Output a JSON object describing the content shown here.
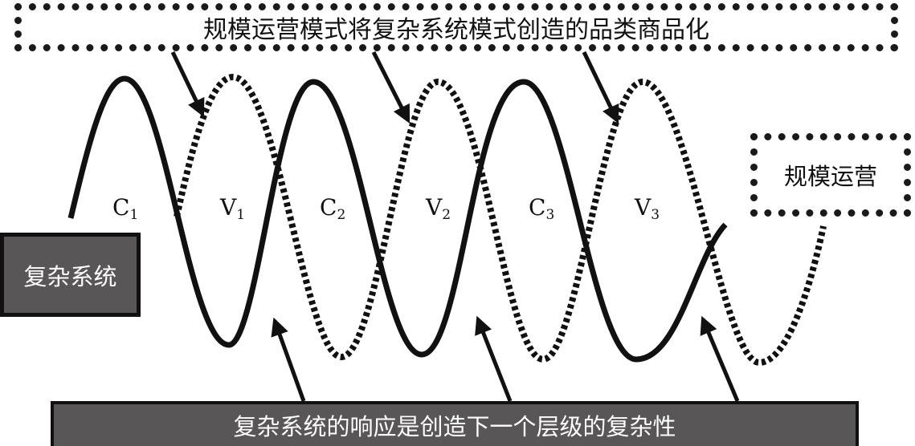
{
  "top_label": "规模运营模式将复杂系统模式创造的品类商品化",
  "left_label": "复杂系统",
  "right_label": "规模运营",
  "bottom_label": "复杂系统的响应是创造下一个层级的复杂性",
  "phase_labels": [
    {
      "letter": "C",
      "sub": "1"
    },
    {
      "letter": "V",
      "sub": "1"
    },
    {
      "letter": "C",
      "sub": "2"
    },
    {
      "letter": "V",
      "sub": "2"
    },
    {
      "letter": "C",
      "sub": "3"
    },
    {
      "letter": "V",
      "sub": "3"
    }
  ],
  "colors": {
    "ink": "#111111",
    "dark_box": "#595657",
    "light_text": "#ffffff"
  }
}
